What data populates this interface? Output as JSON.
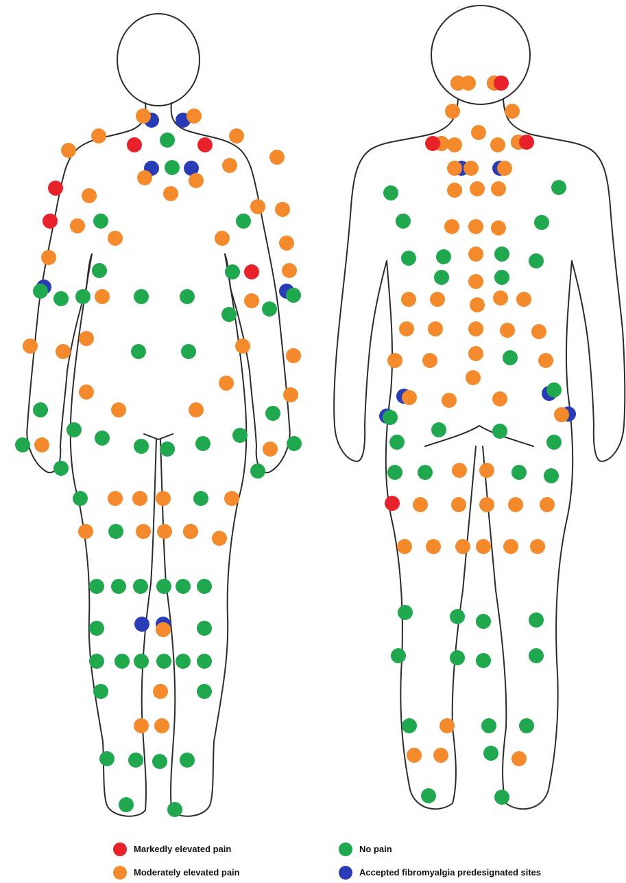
{
  "colors": {
    "marked": "#e8212b",
    "moderate": "#f48a2c",
    "none": "#1fa84d",
    "fibro": "#2a3bb8"
  },
  "legend": {
    "marked": "Markedly elevated pain",
    "moderate": "Moderately elevated pain",
    "none": "No pain",
    "fibro": "Accepted fibromyalgia predesignated sites"
  },
  "front_sites": {
    "marked": [
      [
        196,
        211
      ],
      [
        299,
        211
      ],
      [
        81,
        274
      ],
      [
        73,
        322
      ],
      [
        367,
        396
      ]
    ],
    "fibro": [
      [
        221,
        175
      ],
      [
        267,
        175
      ],
      [
        221,
        245
      ],
      [
        279,
        245
      ],
      [
        64,
        418
      ],
      [
        418,
        424
      ],
      [
        207,
        909
      ],
      [
        238,
        909
      ]
    ],
    "none": [
      [
        244,
        204
      ],
      [
        251,
        244
      ],
      [
        147,
        322
      ],
      [
        355,
        322
      ],
      [
        145,
        394
      ],
      [
        339,
        396
      ],
      [
        59,
        424
      ],
      [
        89,
        435
      ],
      [
        121,
        432
      ],
      [
        206,
        432
      ],
      [
        273,
        432
      ],
      [
        428,
        430
      ],
      [
        334,
        458
      ],
      [
        393,
        450
      ],
      [
        202,
        512
      ],
      [
        275,
        512
      ],
      [
        59,
        597
      ],
      [
        108,
        626
      ],
      [
        149,
        638
      ],
      [
        206,
        650
      ],
      [
        244,
        654
      ],
      [
        296,
        646
      ],
      [
        350,
        634
      ],
      [
        398,
        602
      ],
      [
        33,
        648
      ],
      [
        429,
        646
      ],
      [
        89,
        682
      ],
      [
        376,
        686
      ],
      [
        117,
        726
      ],
      [
        293,
        726
      ],
      [
        169,
        774
      ],
      [
        278,
        774
      ],
      [
        141,
        854
      ],
      [
        173,
        854
      ],
      [
        205,
        854
      ],
      [
        239,
        854
      ],
      [
        267,
        854
      ],
      [
        298,
        854
      ],
      [
        141,
        915
      ],
      [
        298,
        915
      ],
      [
        141,
        963
      ],
      [
        178,
        963
      ],
      [
        206,
        963
      ],
      [
        239,
        963
      ],
      [
        267,
        963
      ],
      [
        298,
        963
      ],
      [
        147,
        1007
      ],
      [
        298,
        1007
      ],
      [
        156,
        1105
      ],
      [
        198,
        1107
      ],
      [
        233,
        1109
      ],
      [
        273,
        1107
      ],
      [
        184,
        1172
      ],
      [
        255,
        1179
      ]
    ],
    "moderate": [
      [
        209,
        169
      ],
      [
        283,
        169
      ],
      [
        144,
        198
      ],
      [
        345,
        198
      ],
      [
        100,
        219
      ],
      [
        404,
        229
      ],
      [
        335,
        241
      ],
      [
        211,
        259
      ],
      [
        286,
        263
      ],
      [
        249,
        282
      ],
      [
        130,
        285
      ],
      [
        376,
        301
      ],
      [
        412,
        305
      ],
      [
        113,
        329
      ],
      [
        168,
        347
      ],
      [
        324,
        347
      ],
      [
        418,
        354
      ],
      [
        71,
        375
      ],
      [
        422,
        394
      ],
      [
        149,
        432
      ],
      [
        367,
        438
      ],
      [
        44,
        504
      ],
      [
        92,
        512
      ],
      [
        126,
        493
      ],
      [
        354,
        504
      ],
      [
        428,
        518
      ],
      [
        126,
        571
      ],
      [
        330,
        558
      ],
      [
        424,
        575
      ],
      [
        173,
        597
      ],
      [
        286,
        597
      ],
      [
        61,
        648
      ],
      [
        394,
        654
      ],
      [
        168,
        726
      ],
      [
        204,
        726
      ],
      [
        238,
        726
      ],
      [
        338,
        726
      ],
      [
        125,
        774
      ],
      [
        209,
        774
      ],
      [
        240,
        774
      ],
      [
        278,
        774
      ],
      [
        320,
        784
      ],
      [
        238,
        917
      ],
      [
        234,
        1007
      ],
      [
        206,
        1057
      ],
      [
        236,
        1057
      ]
    ]
  },
  "back_sites": {
    "marked": [
      [
        731,
        121
      ],
      [
        631,
        209
      ],
      [
        768,
        207
      ],
      [
        572,
        733
      ]
    ],
    "fibro": [
      [
        668,
        121
      ],
      [
        721,
        121
      ],
      [
        644,
        209
      ],
      [
        756,
        207
      ],
      [
        673,
        245
      ],
      [
        729,
        245
      ],
      [
        589,
        577
      ],
      [
        801,
        573
      ],
      [
        564,
        606
      ],
      [
        829,
        603
      ]
    ],
    "none": [
      [
        570,
        281
      ],
      [
        815,
        273
      ],
      [
        588,
        322
      ],
      [
        790,
        324
      ],
      [
        596,
        376
      ],
      [
        647,
        374
      ],
      [
        732,
        370
      ],
      [
        782,
        380
      ],
      [
        644,
        404
      ],
      [
        732,
        404
      ],
      [
        744,
        521
      ],
      [
        808,
        568
      ],
      [
        569,
        608
      ],
      [
        640,
        626
      ],
      [
        729,
        628
      ],
      [
        579,
        644
      ],
      [
        808,
        644
      ],
      [
        576,
        688
      ],
      [
        620,
        688
      ],
      [
        757,
        688
      ],
      [
        804,
        693
      ],
      [
        591,
        892
      ],
      [
        667,
        898
      ],
      [
        705,
        905
      ],
      [
        782,
        903
      ],
      [
        581,
        955
      ],
      [
        667,
        958
      ],
      [
        705,
        962
      ],
      [
        782,
        955
      ],
      [
        597,
        1057
      ],
      [
        713,
        1057
      ],
      [
        768,
        1057
      ],
      [
        716,
        1097
      ],
      [
        625,
        1159
      ],
      [
        732,
        1161
      ]
    ],
    "moderate": [
      [
        668,
        121
      ],
      [
        683,
        121
      ],
      [
        721,
        121
      ],
      [
        660,
        162
      ],
      [
        747,
        162
      ],
      [
        698,
        193
      ],
      [
        644,
        209
      ],
      [
        663,
        211
      ],
      [
        726,
        211
      ],
      [
        756,
        207
      ],
      [
        663,
        245
      ],
      [
        687,
        245
      ],
      [
        736,
        245
      ],
      [
        663,
        277
      ],
      [
        696,
        275
      ],
      [
        727,
        275
      ],
      [
        659,
        330
      ],
      [
        694,
        330
      ],
      [
        727,
        332
      ],
      [
        694,
        370
      ],
      [
        694,
        410
      ],
      [
        596,
        436
      ],
      [
        638,
        436
      ],
      [
        696,
        444
      ],
      [
        730,
        434
      ],
      [
        764,
        436
      ],
      [
        593,
        479
      ],
      [
        635,
        479
      ],
      [
        694,
        479
      ],
      [
        740,
        481
      ],
      [
        786,
        483
      ],
      [
        576,
        525
      ],
      [
        627,
        525
      ],
      [
        694,
        515
      ],
      [
        796,
        525
      ],
      [
        690,
        550
      ],
      [
        597,
        579
      ],
      [
        655,
        583
      ],
      [
        729,
        581
      ],
      [
        819,
        604
      ],
      [
        670,
        685
      ],
      [
        710,
        685
      ],
      [
        613,
        735
      ],
      [
        669,
        735
      ],
      [
        710,
        735
      ],
      [
        752,
        735
      ],
      [
        798,
        735
      ],
      [
        590,
        796
      ],
      [
        632,
        796
      ],
      [
        675,
        796
      ],
      [
        705,
        796
      ],
      [
        745,
        796
      ],
      [
        784,
        796
      ],
      [
        652,
        1057
      ],
      [
        604,
        1100
      ],
      [
        643,
        1100
      ],
      [
        757,
        1105
      ]
    ]
  }
}
